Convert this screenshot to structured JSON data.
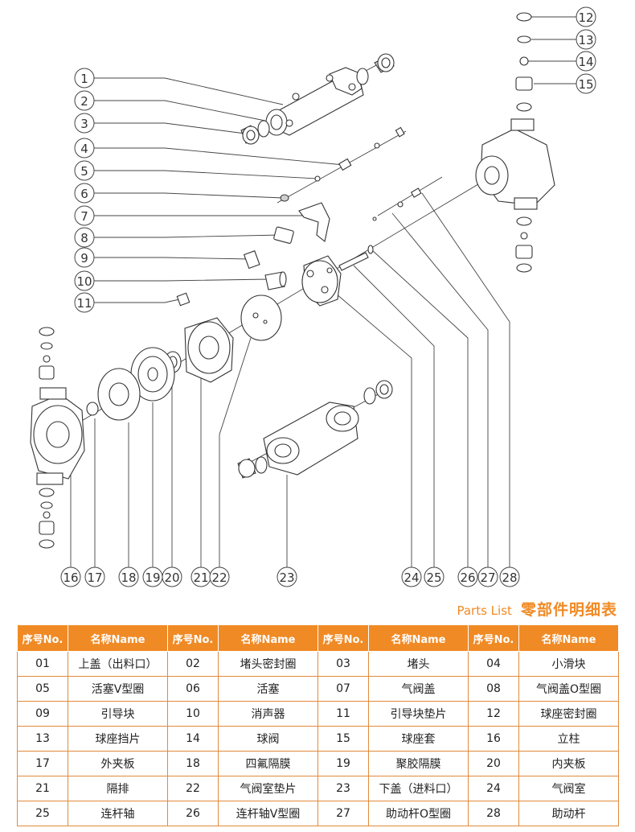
{
  "diagram": {
    "callouts_left": [
      "1",
      "2",
      "3",
      "4",
      "5",
      "6",
      "7",
      "8",
      "9",
      "10",
      "11"
    ],
    "callouts_right": [
      "12",
      "13",
      "14",
      "15"
    ],
    "callouts_bottom": [
      "16",
      "17",
      "18",
      "19",
      "20",
      "21",
      "22",
      "23",
      "24",
      "25",
      "26",
      "27",
      "28"
    ]
  },
  "parts_list": {
    "title_en": "Parts List",
    "title_cn": "零部件明细表",
    "headers": [
      "序号No.",
      "名称Name",
      "序号No.",
      "名称Name",
      "序号No.",
      "名称Name",
      "序号No.",
      "名称Name"
    ],
    "rows": [
      [
        "01",
        "上盖（出料口）",
        "02",
        "堵头密封圈",
        "03",
        "堵头",
        "04",
        "小滑块"
      ],
      [
        "05",
        "活塞V型圈",
        "06",
        "活塞",
        "07",
        "气阀盖",
        "08",
        "气阀盖O型圈"
      ],
      [
        "09",
        "引导块",
        "10",
        "消声器",
        "11",
        "引导块垫片",
        "12",
        "球座密封圈"
      ],
      [
        "13",
        "球座挡片",
        "14",
        "球阀",
        "15",
        "球座套",
        "16",
        "立柱"
      ],
      [
        "17",
        "外夹板",
        "18",
        "四氟隔膜",
        "19",
        "聚胶隔膜",
        "20",
        "内夹板"
      ],
      [
        "21",
        "隔排",
        "22",
        "气阀室垫片",
        "23",
        "下盖（进料口）",
        "24",
        "气阀室"
      ],
      [
        "25",
        "连杆轴",
        "26",
        "连杆轴V型圈",
        "27",
        "助动杆O型圈",
        "28",
        "助动杆"
      ]
    ]
  }
}
